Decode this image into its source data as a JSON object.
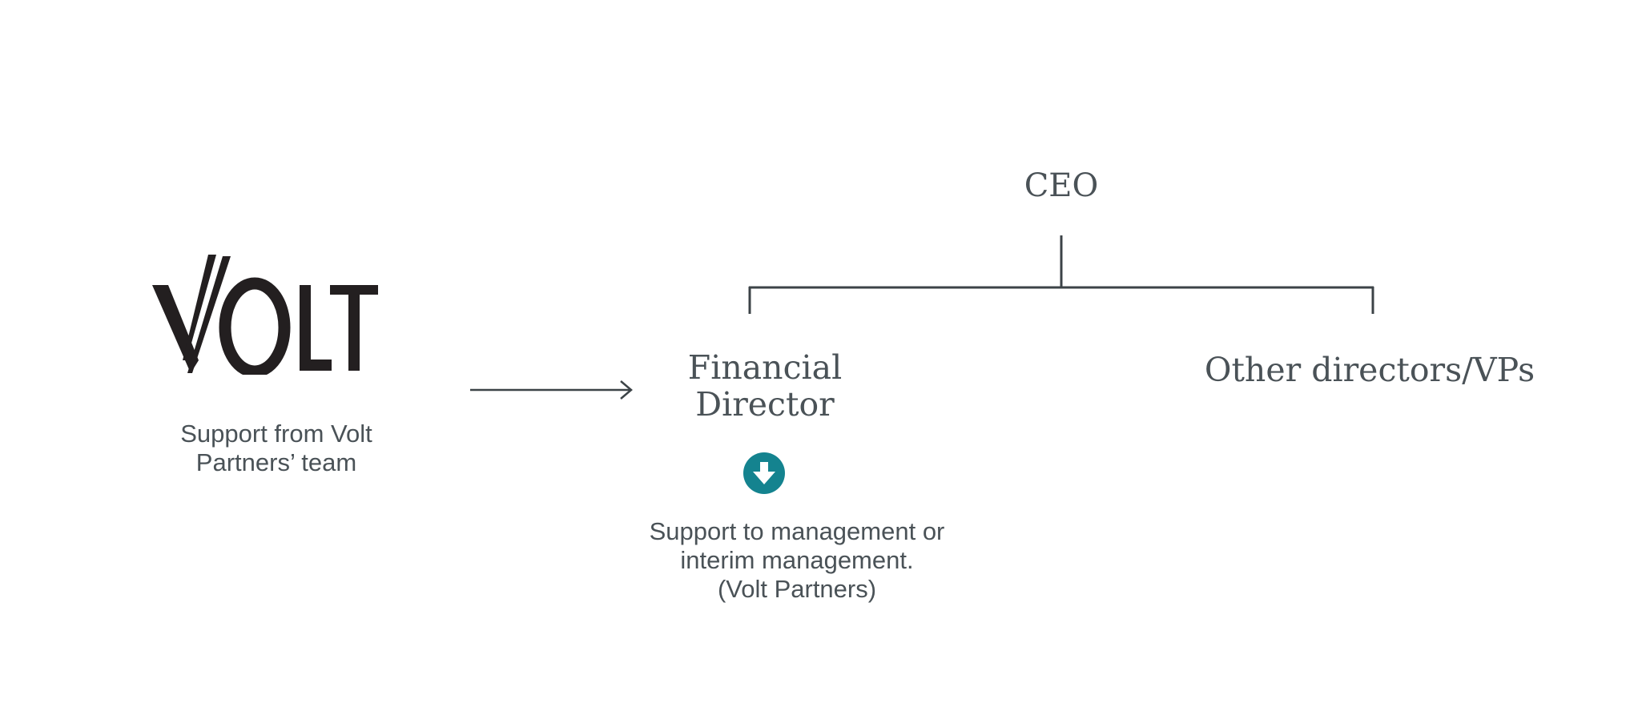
{
  "logo": {
    "text": "VOLT",
    "color": "#231f20"
  },
  "left_caption": "Support from Volt\nPartners’ team",
  "org_chart": {
    "root": "CEO",
    "children": [
      {
        "label": "Financial\nDirector"
      },
      {
        "label": "Other directors/VPs"
      }
    ]
  },
  "support_caption": "Support to management or\ninterim management.\n(Volt Partners)",
  "icons": {
    "arrow": "right-arrow-icon",
    "down": "arrow-down-circle-icon"
  },
  "colors": {
    "text": "#4a5257",
    "line": "#3c4347",
    "accent": "#14838f",
    "logo": "#231f20"
  }
}
